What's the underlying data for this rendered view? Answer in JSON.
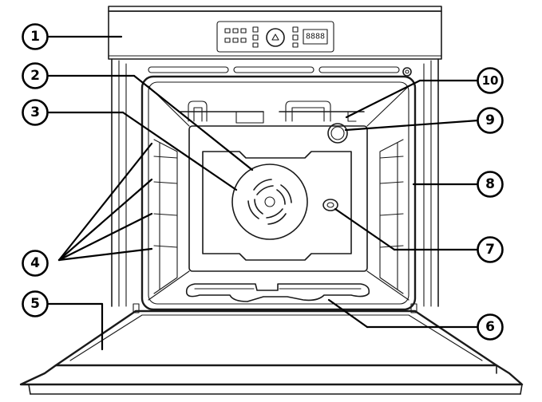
{
  "diagram": {
    "display_text": "8888",
    "callouts": [
      {
        "label": "1"
      },
      {
        "label": "2"
      },
      {
        "label": "3"
      },
      {
        "label": "4"
      },
      {
        "label": "5"
      },
      {
        "label": "6"
      },
      {
        "label": "7"
      },
      {
        "label": "8"
      },
      {
        "label": "9"
      },
      {
        "label": "10"
      }
    ]
  }
}
